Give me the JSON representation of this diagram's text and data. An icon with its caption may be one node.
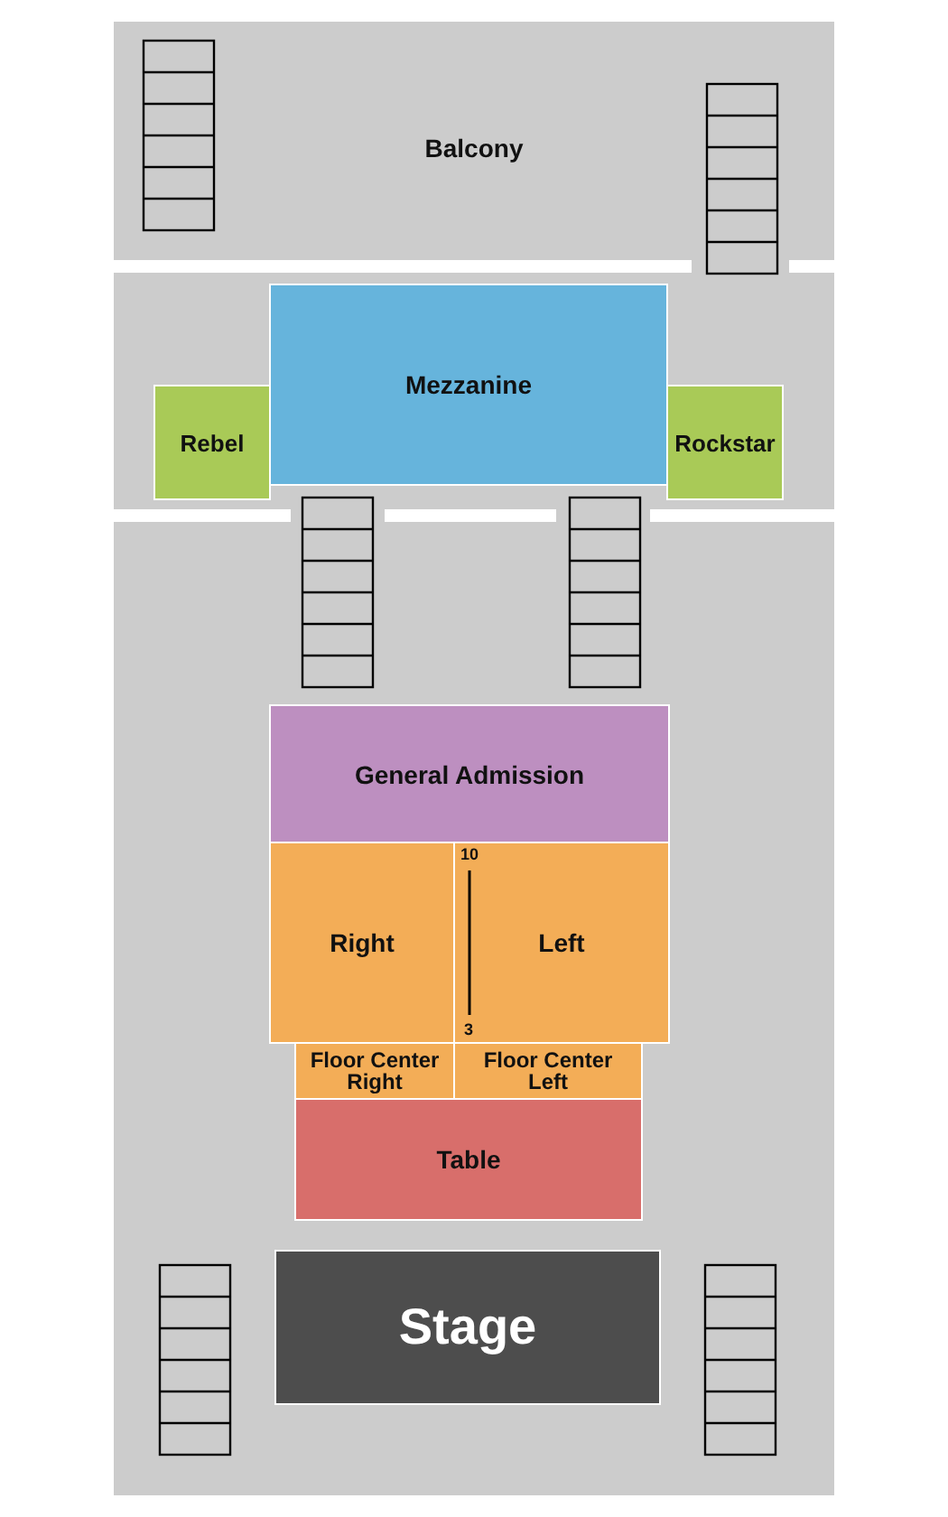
{
  "diagram": {
    "nodes": [
      {
        "text": [
          "Balcony"
        ]
      },
      {
        "text": [
          "Mezzanine"
        ]
      },
      {
        "text": [
          "Rebel"
        ]
      },
      {
        "text": [
          "Rockstar"
        ]
      },
      {
        "text": [
          "General Admission"
        ]
      },
      {
        "text": [
          "Right"
        ]
      },
      {
        "text": [
          "Left"
        ]
      },
      {
        "text": [
          "Floor Center Right"
        ]
      },
      {
        "text": [
          "Floor Center Left"
        ]
      },
      {
        "text": [
          "Table"
        ]
      },
      {
        "text": [
          "Stage"
        ]
      }
    ],
    "labels": [
      "10",
      "3"
    ]
  }
}
